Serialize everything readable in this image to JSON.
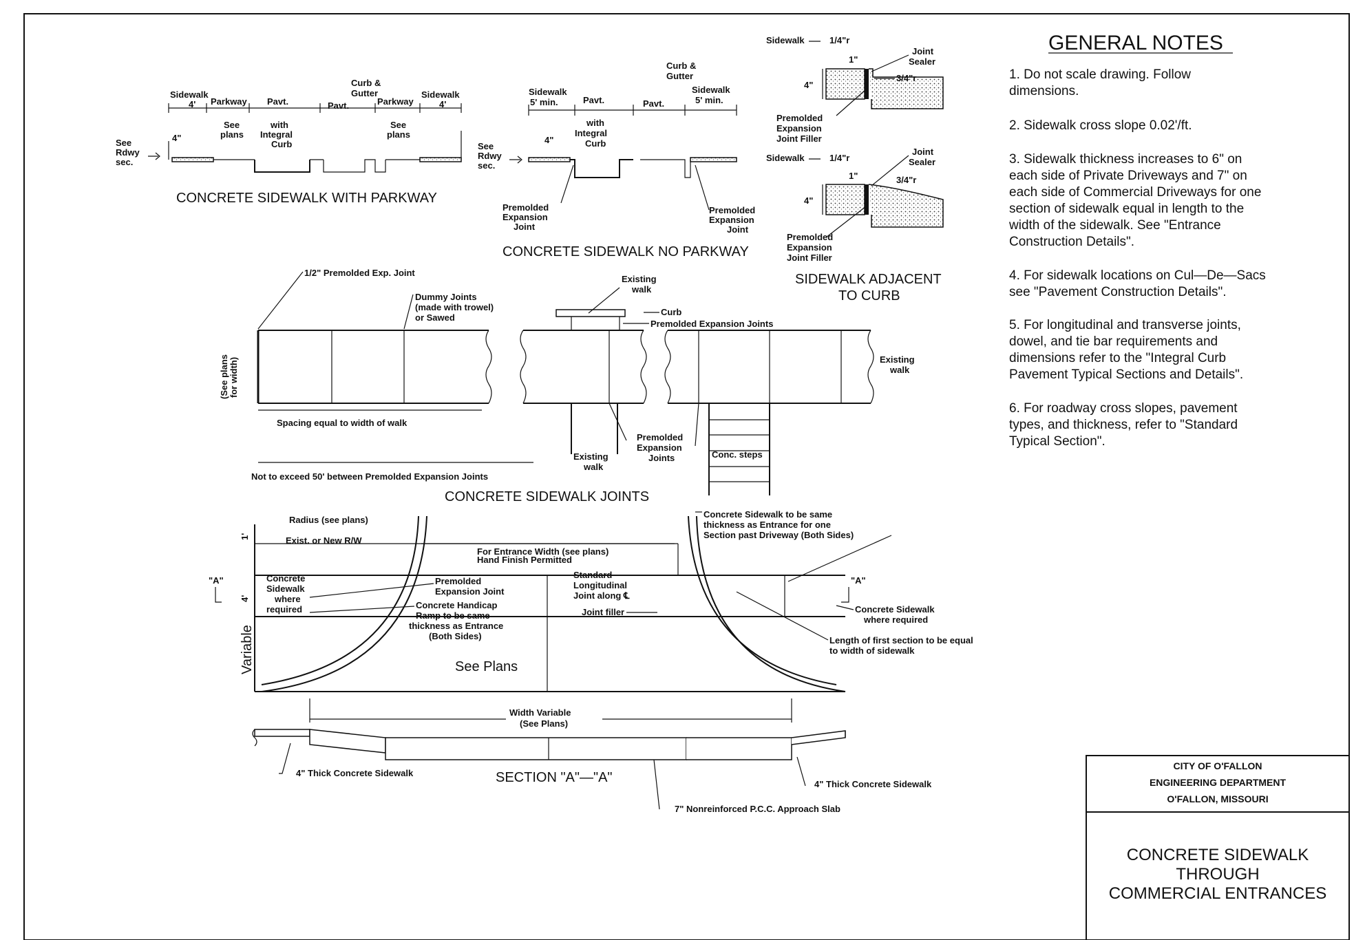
{
  "sidewalk_with_parkway": {
    "title": "CONCRETE SIDEWALK WITH PARKWAY",
    "sidewalk_l": "Sidewalk",
    "dim_4a": "4'",
    "parkway_l": "Parkway",
    "pavt_1": "Pavt.",
    "curb_gutter_1": "Curb &",
    "curb_gutter_2": "Gutter",
    "pavt_2": "Pavt.",
    "parkway_r": "Parkway",
    "sidewalk_r": "Sidewalk",
    "dim_4b": "4'",
    "see_plans_a1": "See",
    "see_plans_a2": "plans",
    "with_curb_1": "with",
    "with_curb_2": "Integral",
    "with_curb_3": "Curb",
    "see_plans_b1": "See",
    "see_plans_b2": "plans",
    "see_rdwy_1": "See",
    "see_rdwy_2": "Rdwy",
    "see_rdwy_3": "sec.",
    "dim_4c": "4\""
  },
  "sidewalk_no_parkway": {
    "title": "CONCRETE SIDEWALK NO PARKWAY",
    "curb_gutter_1": "Curb &",
    "curb_gutter_2": "Gutter",
    "sidewalk_l": "Sidewalk",
    "min_l": "5' min.",
    "pavt_1": "Pavt.",
    "pavt_2": "Pavt.",
    "sidewalk_r": "Sidewalk",
    "min_r": "5' min.",
    "with_curb_1": "with",
    "with_curb_2": "Integral",
    "with_curb_3": "Curb",
    "see_rdwy_1": "See",
    "see_rdwy_2": "Rdwy",
    "see_rdwy_3": "sec.",
    "dim_4": "4\"",
    "premolded_l_1": "Premolded",
    "premolded_l_2": "Expansion",
    "premolded_l_3": "Joint",
    "premolded_r_1": "Premolded",
    "premolded_r_2": "Expansion",
    "premolded_r_3": "Joint"
  },
  "adjacent_to_curb": {
    "title_1": "SIDEWALK ADJACENT",
    "title_2": "TO CURB",
    "sidewalk_a": "Sidewalk",
    "r14_a": "1/4\"r",
    "joint_a_1": "Joint",
    "joint_a_2": "Sealer",
    "one_a": "1\"",
    "r34_a": "3/4\"r",
    "four_a": "4\"",
    "filler_a_1": "Premolded",
    "filler_a_2": "Expansion",
    "filler_a_3": "Joint Filler",
    "sidewalk_b": "Sidewalk",
    "r14_b": "1/4\"r",
    "joint_b_1": "Joint",
    "joint_b_2": "Sealer",
    "one_b": "1\"",
    "r34_b": "3/4\"r",
    "four_b": "4\"",
    "filler_b_1": "Premolded",
    "filler_b_2": "Expansion",
    "filler_b_3": "Joint Filler"
  },
  "joints": {
    "title": "CONCRETE SIDEWALK JOINTS",
    "half_joint": "1/2\" Premolded Exp. Joint",
    "dummy_1": "Dummy Joints",
    "dummy_2": "(made with trowel)",
    "dummy_3": "or Sawed",
    "see_plans_1": "(See plans",
    "see_plans_2": "for width)",
    "spacing": "Spacing equal to width of walk",
    "not_exceed": "Not to exceed 50' between Premolded Expansion Joints",
    "existing_top_1": "Existing",
    "existing_top_2": "walk",
    "curb": "Curb",
    "prem_exp_joints": "Premolded Expansion Joints",
    "existing_right_1": "Existing",
    "existing_right_2": "walk",
    "existing_bottom_1": "Existing",
    "existing_bottom_2": "walk",
    "prem_1": "Premolded",
    "prem_2": "Expansion",
    "prem_3": "Joints",
    "conc_steps": "Conc. steps"
  },
  "entrance": {
    "radius": "Radius (see plans)",
    "exist_rw": "Exist. or New R/W",
    "one_ft": "1'",
    "entrance_width": "For Entrance Width (see plans)",
    "hand_finish": "Hand Finish Permitted",
    "four_ft": "4'",
    "a_left": "\"A\"",
    "a_right": "\"A\"",
    "conc_sw_1": "Concrete",
    "conc_sw_2": "Sidewalk",
    "conc_sw_3": "where",
    "conc_sw_4": "required",
    "premolded_1": "Premolded",
    "premolded_2": "Expansion Joint",
    "ramp_1": "Concrete Handicap",
    "ramp_2": "Ramp to be same",
    "ramp_3": "thickness as Entrance",
    "ramp_4": "(Both Sides)",
    "variable": "Variable",
    "see_plans": "See Plans",
    "std_1": "Standard",
    "std_2": "Longitudinal",
    "std_3": "Joint along ℄",
    "joint_filler": "Joint filler",
    "same_thick_1": "Concrete Sidewalk to be same",
    "same_thick_2": "thickness as Entrance for one",
    "same_thick_3": "Section past Driveway (Both Sides)",
    "conc_sw_right_1": "Concrete Sidewalk",
    "conc_sw_right_2": "where required",
    "length_1": "Length of first section to be equal",
    "length_2": "to width of sidewalk"
  },
  "section_aa": {
    "width_1": "Width Variable",
    "width_2": "(See Plans)",
    "title": "SECTION \"A\"—\"A\"",
    "thick_left": "4\" Thick Concrete Sidewalk",
    "thick_right": "4\" Thick Concrete Sidewalk",
    "slab": "7\" Nonreinforced P.C.C. Approach Slab"
  },
  "general_notes": {
    "heading": "GENERAL NOTES",
    "n1": [
      "1.  Do not scale drawing.    Follow",
      "dimensions."
    ],
    "n2": [
      "2.  Sidewalk cross slope 0.02'/ft."
    ],
    "n3": [
      "3.  Sidewalk thickness increases to 6\" on",
      "each side of Private Driveways and 7\" on",
      "each side of Commercial Driveways for one",
      "section of sidewalk equal in length to the",
      "width of the sidewalk.   See \"Entrance",
      "Construction Details\"."
    ],
    "n4": [
      "4.  For sidewalk locations on Cul—De—Sacs",
      "see \"Pavement Construction Details\"."
    ],
    "n5": [
      "5.  For longitudinal and transverse joints,",
      "dowel, and tie bar requirements and",
      "dimensions refer to the \"Integral Curb",
      "Pavement Typical Sections and Details\"."
    ],
    "n6": [
      "6.  For roadway cross slopes, pavement",
      "types, and thickness, refer to \"Standard",
      "Typical Section\"."
    ]
  },
  "title_block": {
    "org_1": "CITY OF O'FALLON",
    "org_2": "ENGINEERING DEPARTMENT",
    "org_3": "O'FALLON, MISSOURI",
    "title_1": "CONCRETE SIDEWALK",
    "title_2": "THROUGH",
    "title_3": "COMMERCIAL ENTRANCES"
  }
}
